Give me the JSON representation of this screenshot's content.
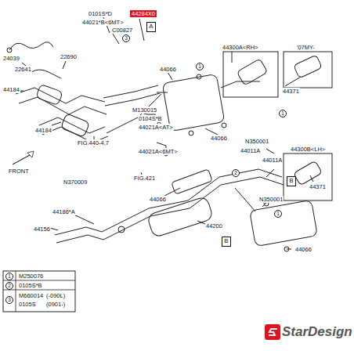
{
  "diagram": {
    "nodes": [
      {
        "text": [
          "A"
        ]
      },
      {
        "text": [
          "B"
        ]
      },
      {
        "text": [
          "B"
        ]
      }
    ],
    "labels": [
      "0101S*D",
      "44021*B<6MT>",
      "C00827",
      "44284X0",
      "24039",
      "22641",
      "22690",
      "44184",
      "44184",
      "M130015",
      "0104S*B",
      "44021A<AT>",
      "FIG.440-4,7",
      "44021A<6MT>",
      "FIG.421",
      "N370009",
      "44066",
      "44300A<RH>",
      "'07MY-",
      "44371",
      "44066",
      "N350001",
      "44011A",
      "44300B<LH>",
      "44371",
      "44011A",
      "44066",
      "N350001",
      "44186*A",
      "44156",
      "44200",
      "44066",
      "FRONT",
      "1",
      "M250076",
      "2",
      "0105S*B",
      "3",
      "M660014",
      "(-090L)",
      "0105S",
      "(0901-)",
      "3",
      "1",
      "2",
      "1",
      "1",
      "StarDesign"
    ]
  }
}
